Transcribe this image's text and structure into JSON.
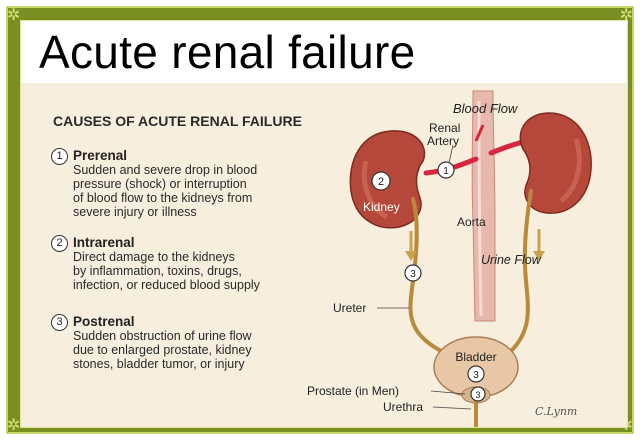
{
  "title": "Acute renal failure",
  "causes": {
    "heading": "CAUSES OF ACUTE RENAL FAILURE",
    "items": [
      {
        "number": "1",
        "title": "Prerenal",
        "lines": [
          "Sudden and severe drop in blood",
          "pressure (shock) or interruption",
          "of blood flow to the kidneys from",
          "severe injury or illness"
        ]
      },
      {
        "number": "2",
        "title": "Intrarenal",
        "lines": [
          "Direct damage to the kidneys",
          "by inflammation, toxins, drugs,",
          "infection, or reduced blood supply"
        ]
      },
      {
        "number": "3",
        "title": "Postrenal",
        "lines": [
          "Sudden obstruction of urine flow",
          "due to enlarged prostate, kidney",
          "stones, bladder tumor, or injury"
        ]
      }
    ]
  },
  "diagram_labels": {
    "blood_flow": "Blood Flow",
    "renal_artery_line1": "Renal",
    "renal_artery_line2": "Artery",
    "kidney": "Kidney",
    "aorta": "Aorta",
    "urine_flow": "Urine Flow",
    "ureter": "Ureter",
    "bladder": "Bladder",
    "prostate": "Prostate (in Men)",
    "urethra": "Urethra"
  },
  "markers": {
    "renal_artery": "1",
    "kidney": "2",
    "ureter": "3",
    "bladder": "3",
    "prostate": "3"
  },
  "signature": "C.Lynm",
  "colors": {
    "frame": "#7a8f22",
    "background": "#f7eedd",
    "kidney": "#b5483a",
    "artery": "#d7263d",
    "aorta": "#e9b8ad",
    "ureter": "#b88a3a",
    "bladder": "#e7c7a6"
  }
}
